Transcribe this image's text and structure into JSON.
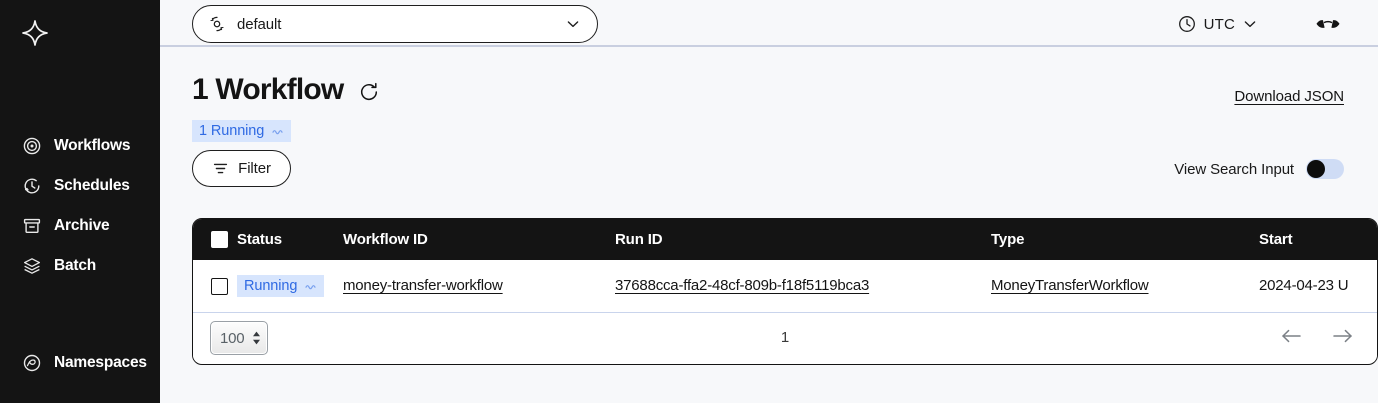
{
  "sidebar": {
    "logo_icon": "temporal-logo-icon",
    "items": [
      {
        "label": "Workflows",
        "icon": "workflows-icon"
      },
      {
        "label": "Schedules",
        "icon": "schedules-icon"
      },
      {
        "label": "Archive",
        "icon": "archive-icon"
      },
      {
        "label": "Batch",
        "icon": "batch-icon"
      }
    ],
    "bottom_items": [
      {
        "label": "Namespaces",
        "icon": "namespaces-icon"
      }
    ]
  },
  "topbar": {
    "namespace_value": "default",
    "namespace_icon": "namespace-icon",
    "namespace_chevron_icon": "chevron-down-icon",
    "timezone_label": "UTC",
    "timezone_icon": "clock-icon",
    "timezone_chevron_icon": "chevron-down-icon",
    "codec_icon": "glasses-icon"
  },
  "header": {
    "title": "1 Workflow",
    "refresh_icon": "refresh-icon",
    "download_label": "Download JSON",
    "status_badge": {
      "label": "1 Running",
      "icon": "running-spinner-icon",
      "bg": "#d7e5fd",
      "fg": "#2f6ae3"
    }
  },
  "controls": {
    "filter_label": "Filter",
    "filter_icon": "filter-icon",
    "search_toggle_label": "View Search Input",
    "search_toggle_state": "off"
  },
  "table": {
    "columns": [
      {
        "key": "status",
        "label": "Status"
      },
      {
        "key": "workflow_id",
        "label": "Workflow ID"
      },
      {
        "key": "run_id",
        "label": "Run ID"
      },
      {
        "key": "type",
        "label": "Type"
      },
      {
        "key": "start",
        "label": "Start"
      }
    ],
    "rows": [
      {
        "status": "Running",
        "status_icon": "running-spinner-icon",
        "workflow_id": "money-transfer-workflow",
        "run_id": "37688cca-ffa2-48cf-809b-f18f5119bca3",
        "type": "MoneyTransferWorkflow",
        "start": "2024-04-23 U"
      }
    ],
    "footer": {
      "page_size": "100",
      "page_number": "1",
      "prev_icon": "arrow-left-icon",
      "next_icon": "arrow-right-icon"
    }
  }
}
